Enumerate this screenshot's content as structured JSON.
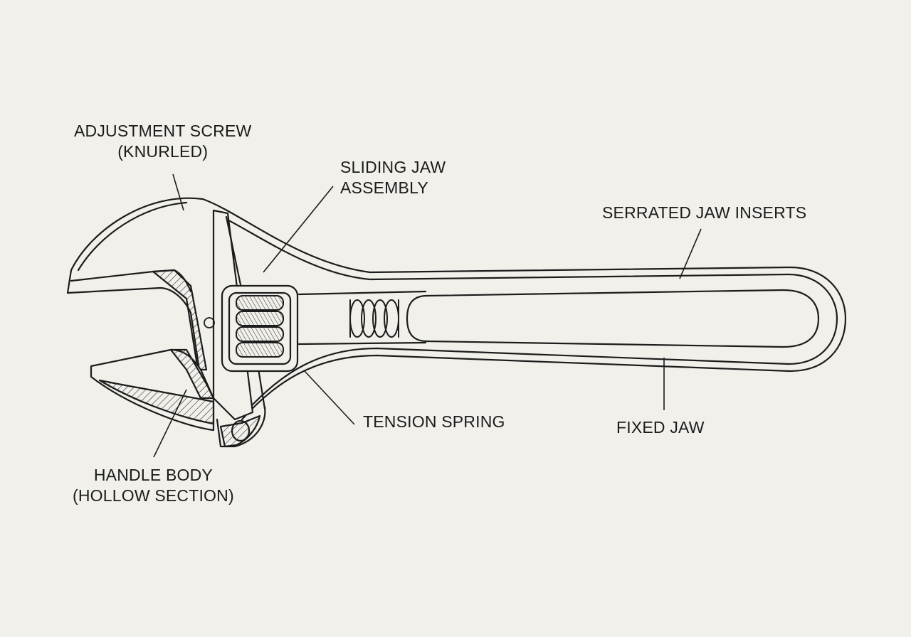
{
  "colors": {
    "background": "#f1f0eb",
    "line": "#1c1c1c",
    "hatch": "#3a3a3a"
  },
  "labels": {
    "adjustment_screw": {
      "line1": "ADJUSTMENT SCREW",
      "line2": "(KNURLED)"
    },
    "sliding_jaw": {
      "line1": "SLIDING JAW",
      "line2": "ASSEMBLY"
    },
    "serrated_inserts": {
      "line1": "SERRATED JAW INSERTS"
    },
    "tension_spring": {
      "line1": "TENSION SPRING"
    },
    "fixed_jaw": {
      "line1": "FIXED JAW"
    },
    "handle_body": {
      "line1": "HANDLE BODY",
      "line2": "(HOLLOW SECTION)"
    }
  }
}
